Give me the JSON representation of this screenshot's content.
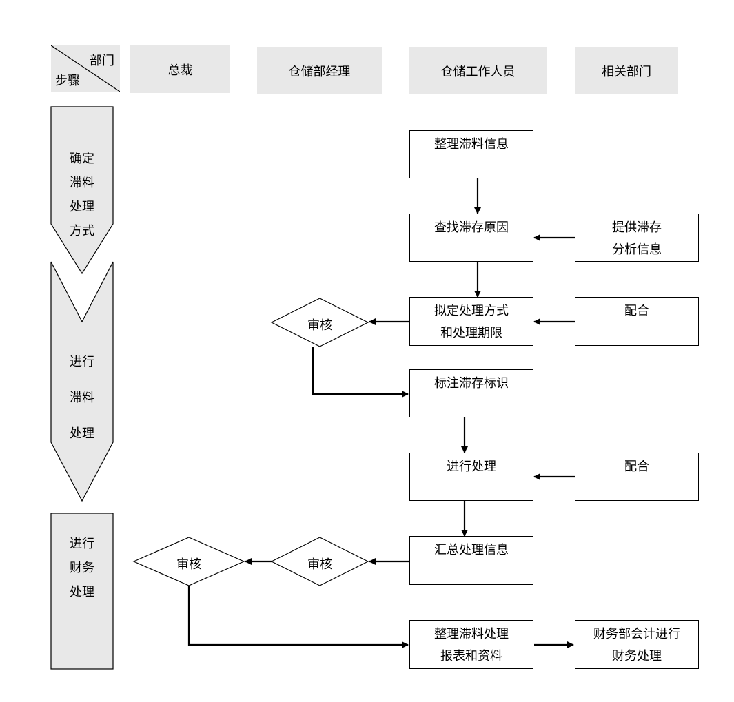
{
  "header": {
    "corner_top": "部门",
    "corner_bottom": "步骤",
    "columns": [
      "总裁",
      "仓储部经理",
      "仓储工作人员",
      "相关部门"
    ]
  },
  "stages": [
    {
      "label": "确定滞料处理方式"
    },
    {
      "label": "进行滞料处理"
    },
    {
      "label": "进行财务处理"
    }
  ],
  "boxes": {
    "sort_info": "整理滞料信息",
    "find_cause": "查找滞存原因",
    "provide_info_1": "提供滞存",
    "provide_info_2": "分析信息",
    "draft_1": "拟定处理方式",
    "draft_2": "和处理期限",
    "cooperate_1": "配合",
    "mark": "标注滞存标识",
    "process": "进行处理",
    "cooperate_2": "配合",
    "summary": "汇总处理信息",
    "report_1": "整理滞料处理",
    "report_2": "报表和资料",
    "finance_1": "财务部会计进行",
    "finance_2": "财务处理"
  },
  "diamonds": {
    "review_manager_1": "审核",
    "review_manager_2": "审核",
    "review_president": "审核"
  }
}
